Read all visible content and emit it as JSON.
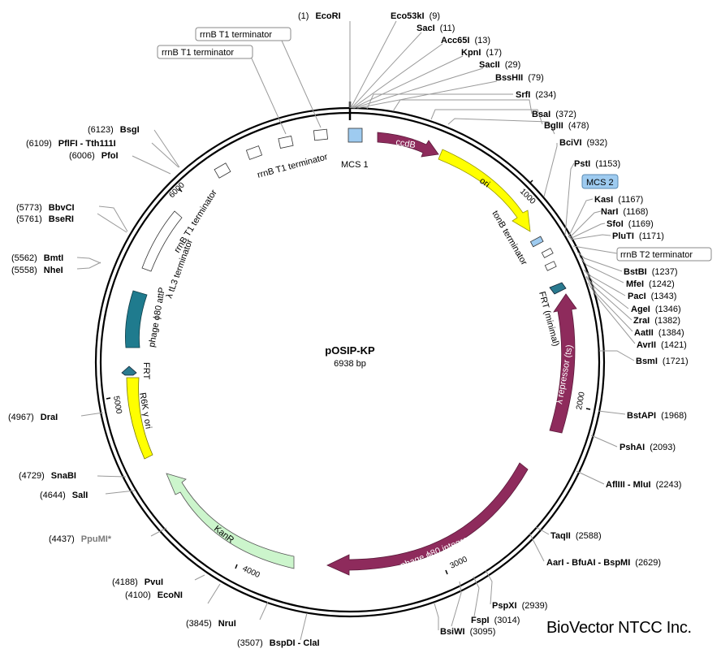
{
  "plasmid": {
    "name": "pOSIP-KP",
    "size": "6938 bp"
  },
  "brand": "BioVector NTCC Inc.",
  "ticks": [
    "1000",
    "2000",
    "3000",
    "4000",
    "5000",
    "6000"
  ],
  "sites": [
    {
      "id": "ecori",
      "name": "EcoRI",
      "pos": "(1)"
    },
    {
      "id": "eco53ki",
      "name": "Eco53kI",
      "pos": "(9)"
    },
    {
      "id": "saci",
      "name": "SacI",
      "pos": "(11)"
    },
    {
      "id": "acc65i",
      "name": "Acc65I",
      "pos": "(13)"
    },
    {
      "id": "kpni",
      "name": "KpnI",
      "pos": "(17)"
    },
    {
      "id": "sacii",
      "name": "SacII",
      "pos": "(29)"
    },
    {
      "id": "bsshii",
      "name": "BssHII",
      "pos": "(79)"
    },
    {
      "id": "srfi",
      "name": "SrfI",
      "pos": "(234)"
    },
    {
      "id": "bsai",
      "name": "BsaI",
      "pos": "(372)"
    },
    {
      "id": "bglii",
      "name": "BglII",
      "pos": "(478)"
    },
    {
      "id": "bcivi",
      "name": "BciVI",
      "pos": "(932)"
    },
    {
      "id": "psti",
      "name": "PstI",
      "pos": "(1153)"
    },
    {
      "id": "kasi",
      "name": "KasI",
      "pos": "(1167)"
    },
    {
      "id": "nari",
      "name": "NarI",
      "pos": "(1168)"
    },
    {
      "id": "sfoi",
      "name": "SfoI",
      "pos": "(1169)"
    },
    {
      "id": "pluti",
      "name": "PluTI",
      "pos": "(1171)"
    },
    {
      "id": "bstbi",
      "name": "BstBI",
      "pos": "(1237)"
    },
    {
      "id": "mfei",
      "name": "MfeI",
      "pos": "(1242)"
    },
    {
      "id": "paci",
      "name": "PacI",
      "pos": "(1343)"
    },
    {
      "id": "agei",
      "name": "AgeI",
      "pos": "(1346)"
    },
    {
      "id": "zrai",
      "name": "ZraI",
      "pos": "(1382)"
    },
    {
      "id": "aatii",
      "name": "AatII",
      "pos": "(1384)"
    },
    {
      "id": "avrii",
      "name": "AvrII",
      "pos": "(1421)"
    },
    {
      "id": "bsmi",
      "name": "BsmI",
      "pos": "(1721)"
    },
    {
      "id": "bstapi",
      "name": "BstAPI",
      "pos": "(1968)"
    },
    {
      "id": "pshai",
      "name": "PshAI",
      "pos": "(2093)"
    },
    {
      "id": "afliii",
      "name": "AflIII - MluI",
      "pos": "(2243)"
    },
    {
      "id": "taqii",
      "name": "TaqII",
      "pos": "(2588)"
    },
    {
      "id": "aari",
      "name": "AarI - BfuAI - BspMI",
      "pos": "(2629)"
    },
    {
      "id": "pspxi",
      "name": "PspXI",
      "pos": "(2939)"
    },
    {
      "id": "fspi",
      "name": "FspI",
      "pos": "(3014)"
    },
    {
      "id": "bsiwi",
      "name": "BsiWI",
      "pos": "(3095)"
    },
    {
      "id": "bspdi",
      "name": "BspDI - ClaI",
      "pos": "(3507)"
    },
    {
      "id": "nrui",
      "name": "NruI",
      "pos": "(3845)"
    },
    {
      "id": "econi",
      "name": "EcoNI",
      "pos": "(4100)"
    },
    {
      "id": "pvui",
      "name": "PvuI",
      "pos": "(4188)"
    },
    {
      "id": "ppumi",
      "name": "PpuMI*",
      "pos": "(4437)"
    },
    {
      "id": "sali",
      "name": "SalI",
      "pos": "(4644)"
    },
    {
      "id": "snabi",
      "name": "SnaBI",
      "pos": "(4729)"
    },
    {
      "id": "drai",
      "name": "DraI",
      "pos": "(4967)"
    },
    {
      "id": "nhei",
      "name": "NheI",
      "pos": "(5558)"
    },
    {
      "id": "bmti",
      "name": "BmtI",
      "pos": "(5562)"
    },
    {
      "id": "bseri",
      "name": "BseRI",
      "pos": "(5761)"
    },
    {
      "id": "bbvci",
      "name": "BbvCI",
      "pos": "(5773)"
    },
    {
      "id": "pfoi",
      "name": "PfoI",
      "pos": "(6006)"
    },
    {
      "id": "pflfi",
      "name": "PflFI - Tth111I",
      "pos": "(6109)"
    },
    {
      "id": "bsgi",
      "name": "BsgI",
      "pos": "(6123)"
    }
  ],
  "features": {
    "ccdb": "ccdB",
    "ori": "ori",
    "lambda_repressor": "λ repressor (ts)",
    "phage_integrase": "phage ϕ80 integrase",
    "kanr": "KanR",
    "r6k": "R6K γ ori",
    "frt_left": "FRT",
    "frt_right": "FRT (minimal)",
    "attp": "phage ϕ80 attP",
    "tl3": "λ tL3 terminator",
    "rrnb_inner_1": "rrnB T1 terminator",
    "rrnb_inner_2": "rrnB T1 terminator",
    "tonb": "tonB terminator",
    "mcs1": "MCS 1",
    "mcs2": "MCS 2",
    "rrnb_box_1": "rrnB T1 terminator",
    "rrnb_box_2": "rrnB T1 terminator",
    "rrnb_t2_box": "rrnB T2 terminator"
  },
  "colors": {
    "ccdb": "#8e2b5c",
    "ori": "#ffff00",
    "lambda_repressor": "#8e2b5c",
    "phage_integrase": "#8e2b5c",
    "kanr": "#ccf5cc",
    "r6k": "#ffff00",
    "attp": "#1f7b8e",
    "frt": "#2a7a8f",
    "mcs": "#9ecbf0"
  }
}
